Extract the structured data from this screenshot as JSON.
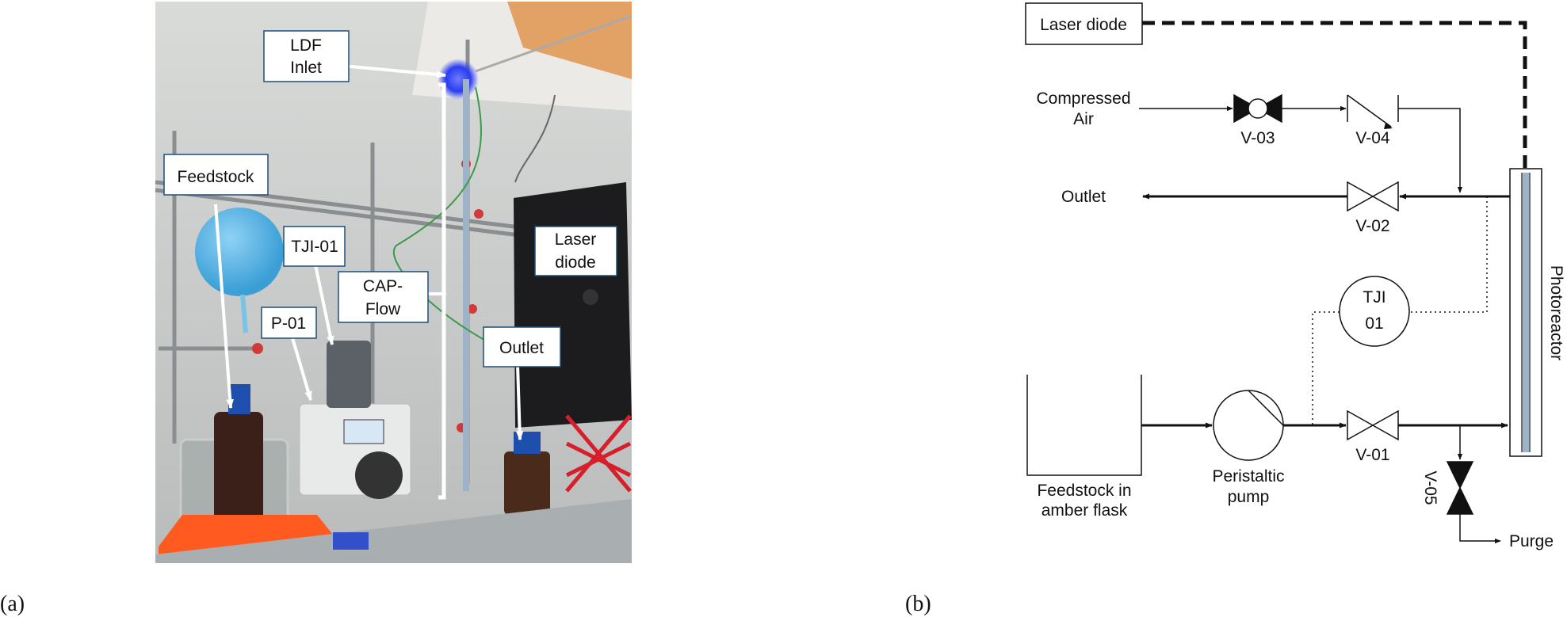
{
  "panel_a": {
    "letter": "(a)",
    "callouts": {
      "ldf": [
        "LDF",
        "Inlet"
      ],
      "feedstock": "Feedstock",
      "tji": "TJI-01",
      "p01": "P-01",
      "capflow": [
        "CAP-",
        "Flow"
      ],
      "laser": [
        "Laser",
        "diode"
      ],
      "outlet": "Outlet"
    }
  },
  "panel_b": {
    "letter": "(b)",
    "laser_box": "Laser diode",
    "compressed_air": [
      "Compressed",
      "Air"
    ],
    "outlet": "Outlet",
    "valves": {
      "v03": "V-03",
      "v04": "V-04",
      "v02": "V-02",
      "v01": "V-01",
      "v05": "V-05"
    },
    "instrument": [
      "TJI",
      "01"
    ],
    "photoreactor": "Photoreactor",
    "feedstock": [
      "Feedstock in",
      "amber flask"
    ],
    "pump": [
      "Peristaltic",
      "pump"
    ],
    "purge": "Purge"
  },
  "colors": {
    "photo_bg_wall": "#cfd2d0",
    "balloon": "#5fb8e8",
    "led_glow": "#3a52ff",
    "tray": "#ff5a1f",
    "reactor_tube": "#9fb3c8",
    "line": "#111111"
  },
  "icons": [
    "ball-valve-icon",
    "check-valve-icon",
    "gate-valve-icon",
    "peristaltic-pump-icon",
    "flask-icon",
    "instrument-bubble-icon"
  ]
}
